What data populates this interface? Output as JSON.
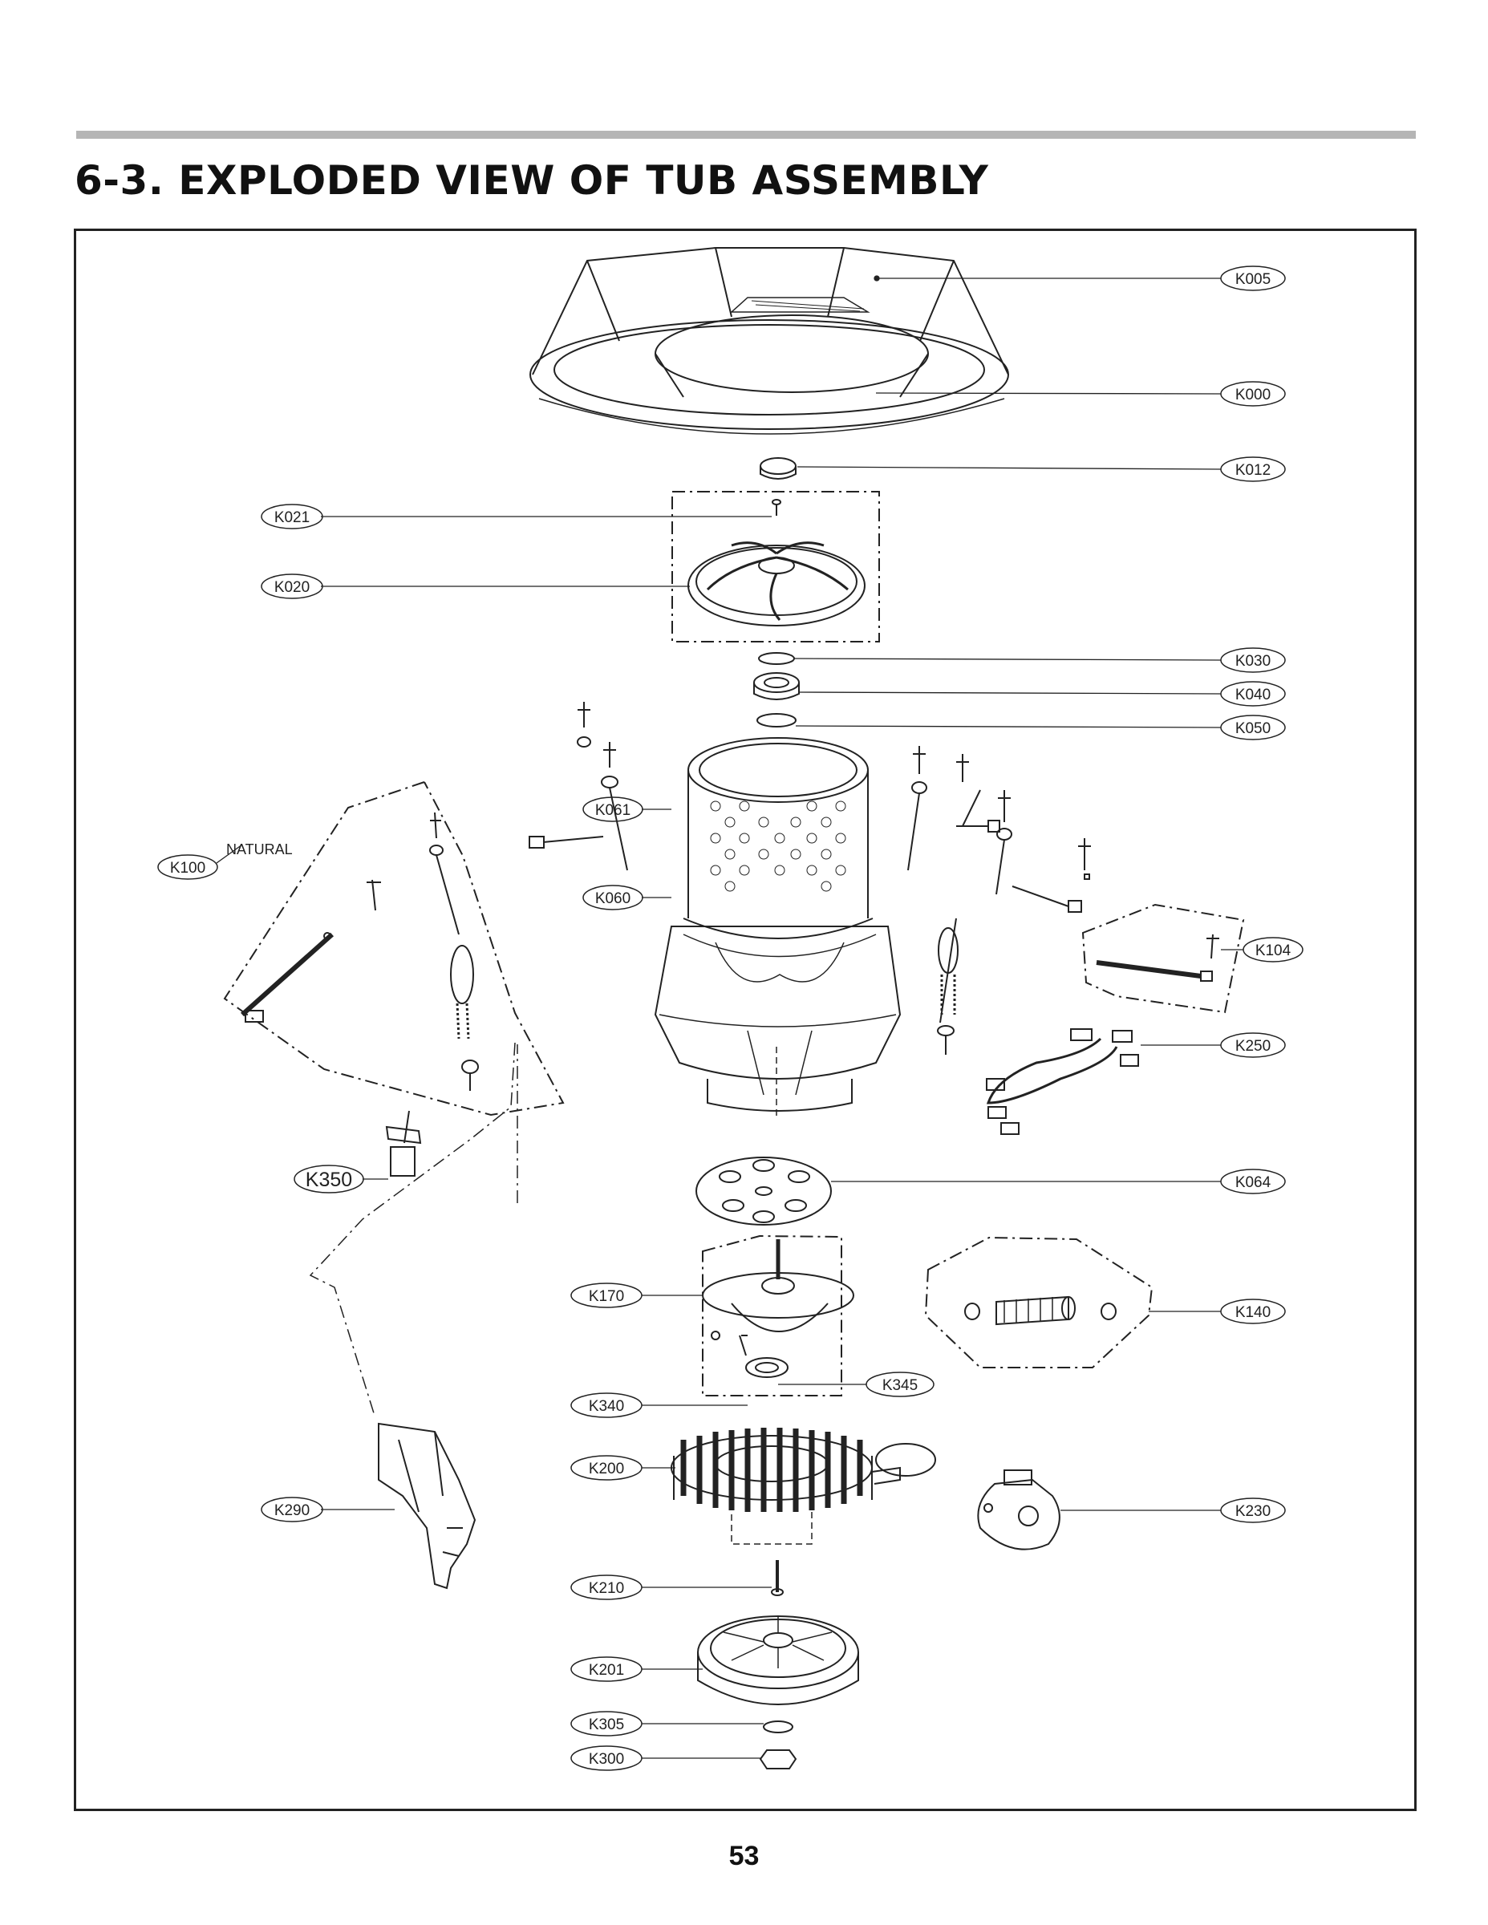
{
  "title": "6-3. EXPLODED VIEW OF TUB ASSEMBLY",
  "page_number": "53",
  "colors": {
    "rule": "#b5b5b5",
    "ink": "#111111"
  },
  "callouts": {
    "k005": "K005",
    "k000": "K000",
    "k012": "K012",
    "k021": "K021",
    "k020": "K020",
    "k030": "K030",
    "k040": "K040",
    "k050": "K050",
    "k061": "K061",
    "k060": "K060",
    "k100": "K100",
    "natural": "NATURAL",
    "k104": "K104",
    "k250": "K250",
    "k350": "K350",
    "k064": "K064",
    "k170": "K170",
    "k140": "K140",
    "k340": "K340",
    "k345": "K345",
    "k200": "K200",
    "k230": "K230",
    "k290": "K290",
    "k210": "K210",
    "k201": "K201",
    "k305": "K305",
    "k300": "K300"
  }
}
